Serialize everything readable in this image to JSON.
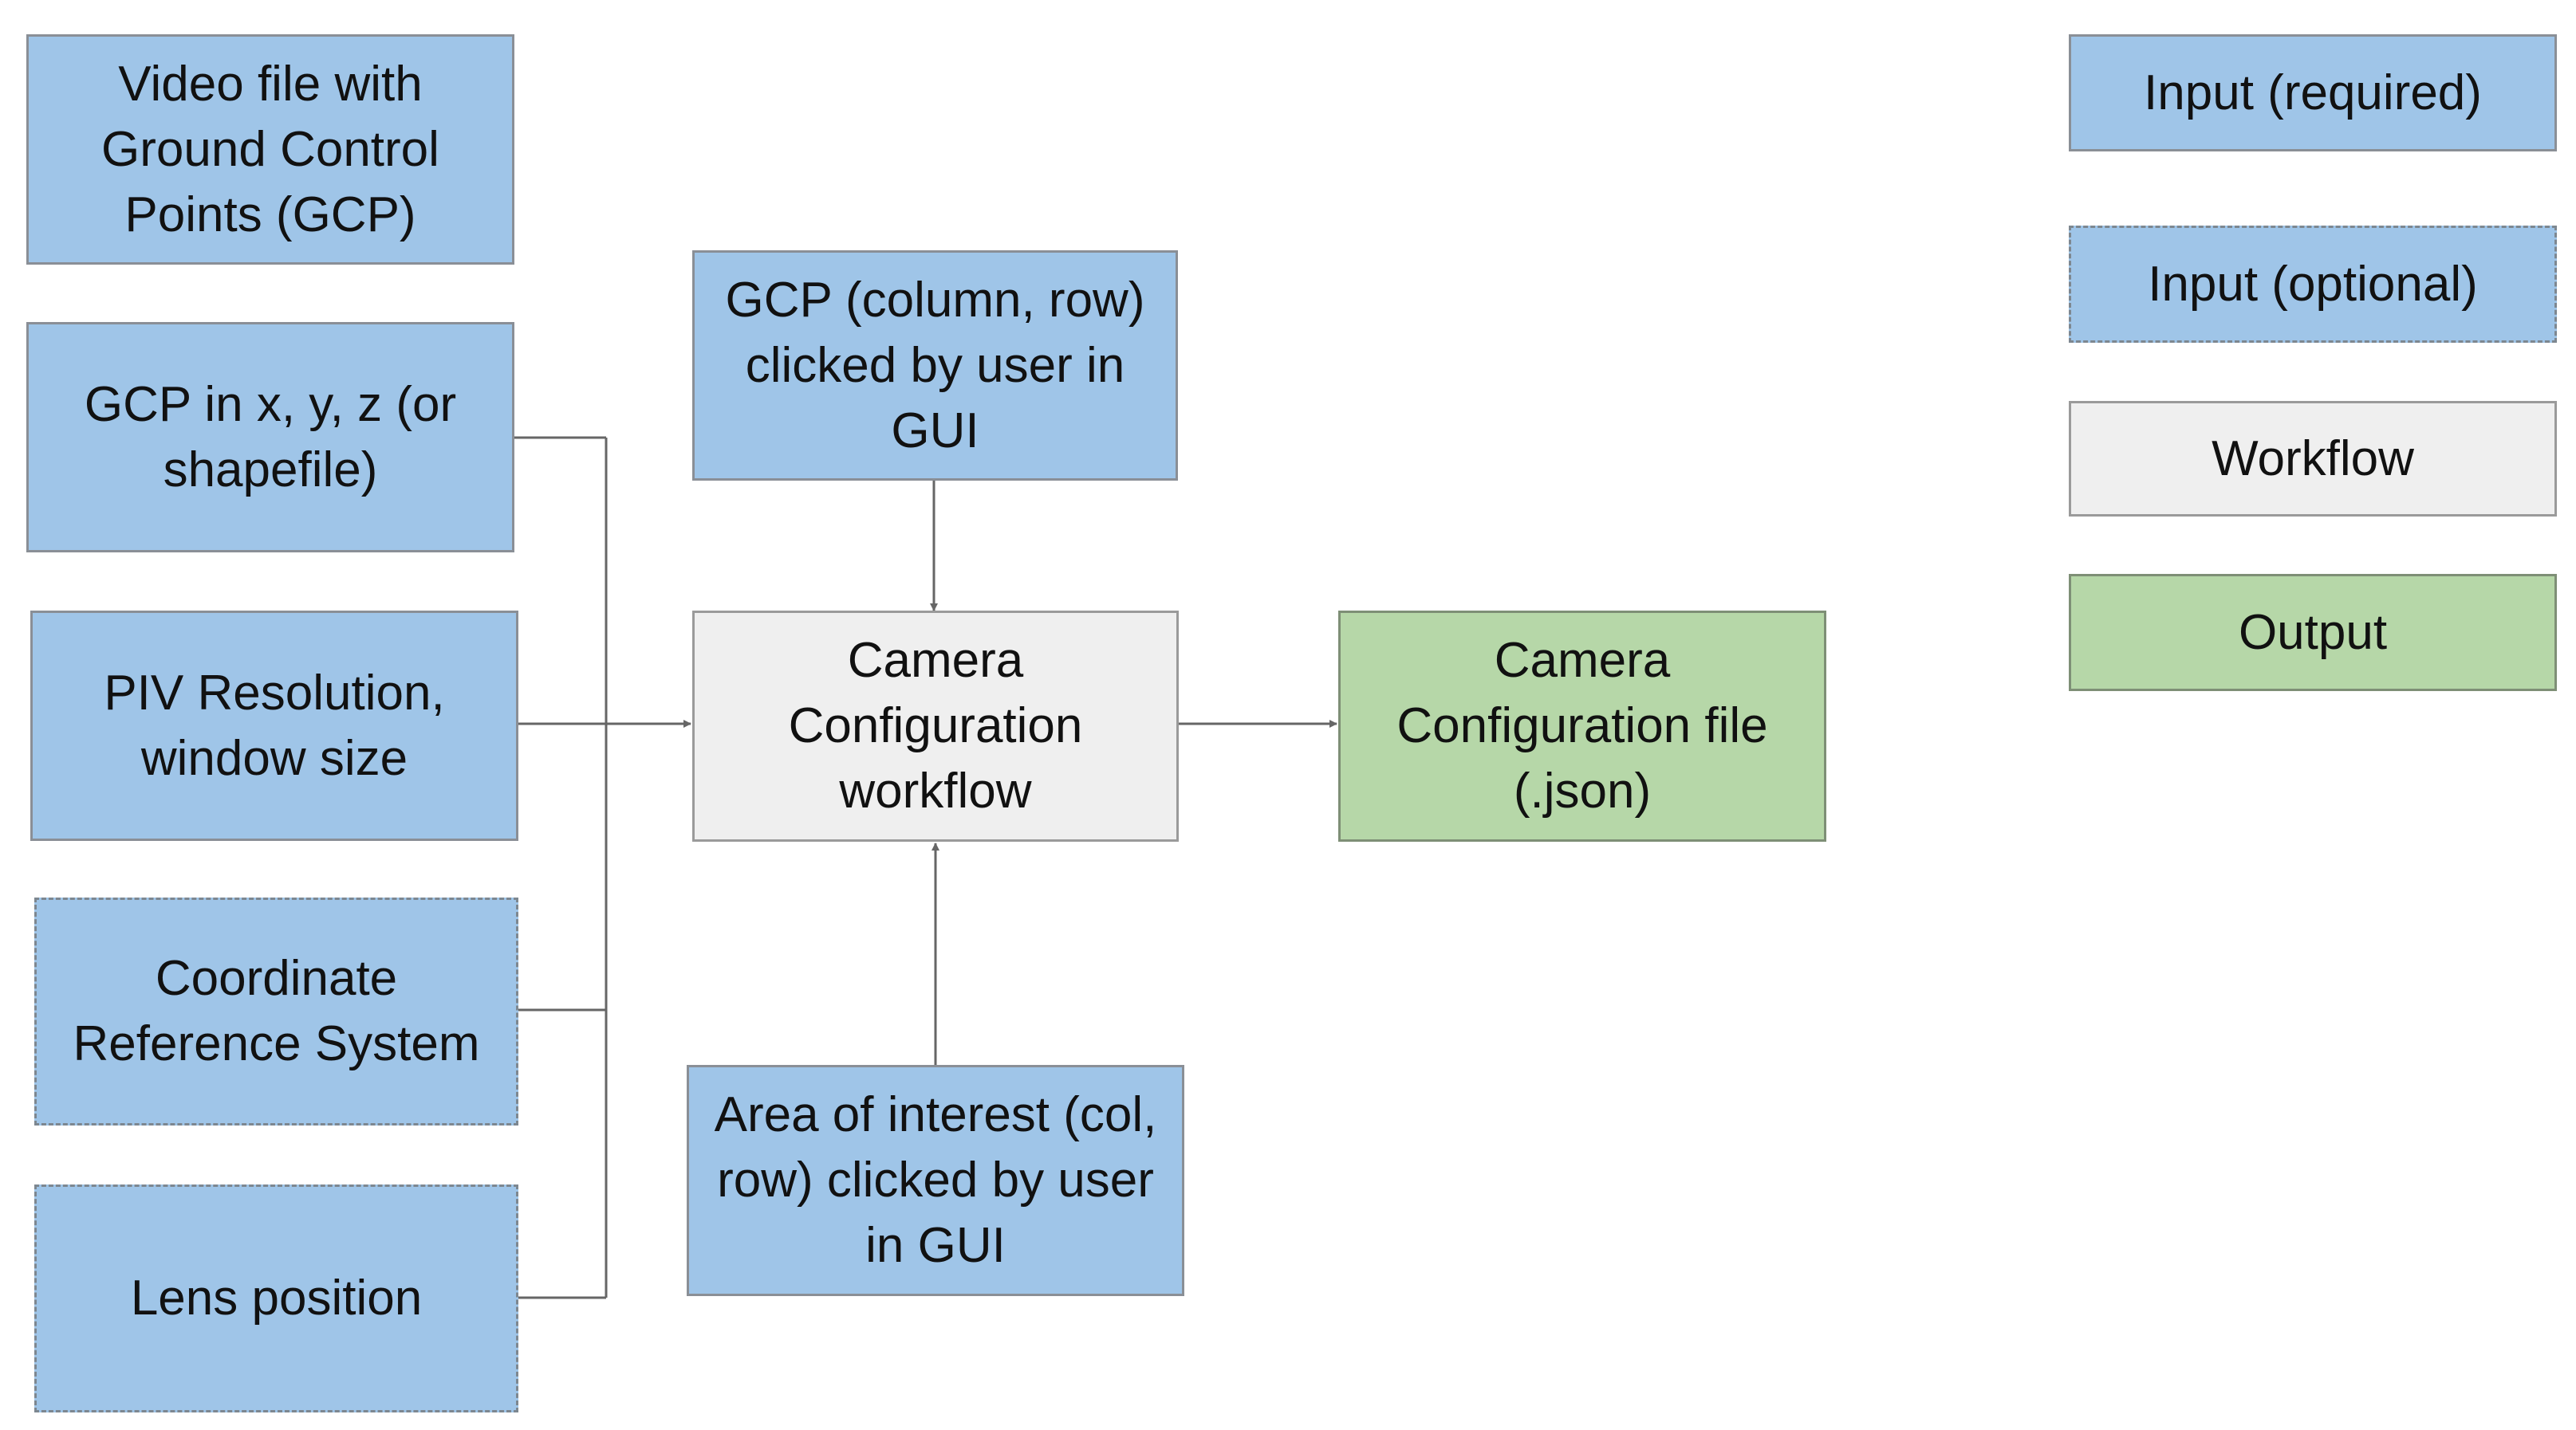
{
  "inputs": {
    "video": "Video file with\nGround Control\nPoints (GCP)",
    "gcp_xyz": "GCP in x, y, z (or\nshapefile)",
    "piv": "PIV Resolution,\nwindow size",
    "crs": "Coordinate\nReference System",
    "lens": "Lens position",
    "gcp_click": "GCP (column, row)\nclicked by user in\nGUI",
    "aoi_click": "Area of interest (col,\nrow) clicked by user\nin GUI"
  },
  "workflow": {
    "label": "Camera\nConfiguration\nworkflow"
  },
  "output": {
    "label": "Camera\nConfiguration file\n(.json)"
  },
  "legend": {
    "required": "Input (required)",
    "optional": "Input (optional)",
    "workflow": "Workflow",
    "output": "Output"
  },
  "colors": {
    "input_fill": "#9fc5e8",
    "workflow_fill": "#efefef",
    "output_fill": "#b6d7a8",
    "connector": "#666666"
  }
}
